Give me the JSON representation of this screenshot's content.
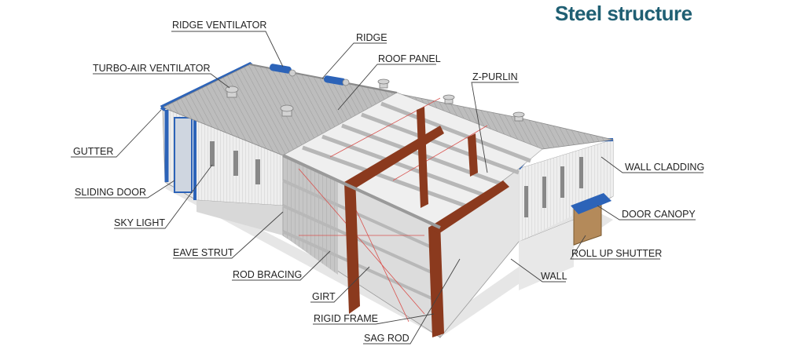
{
  "title": "Steel structure",
  "colors": {
    "title": "#1f5f73",
    "trim_blue": "#2c63b8",
    "frame_brown": "#8b3a1e",
    "panel_gray": "#c9c9c9",
    "bracing_red": "#d9534f"
  },
  "labels": {
    "ridge_ventilator": "RIDGE VENTILATOR",
    "ridge": "RIDGE",
    "roof_panel": "ROOF PANEL",
    "turbo_air_ventilator": "TURBO-AIR VENTILATOR",
    "z_purlin": "Z-PURLIN",
    "gutter": "GUTTER",
    "wall_cladding": "WALL CLADDING",
    "sliding_door": "SLIDING DOOR",
    "door_canopy": "DOOR CANOPY",
    "sky_light": "SKY LIGHT",
    "roll_up_shutter": "ROLL UP SHUTTER",
    "eave_strut": "EAVE STRUT",
    "wall": "WALL",
    "rod_bracing": "ROD BRACING",
    "girt": "GIRT",
    "rigid_frame": "RIGID FRAME",
    "sag_rod": "SAG ROD"
  }
}
